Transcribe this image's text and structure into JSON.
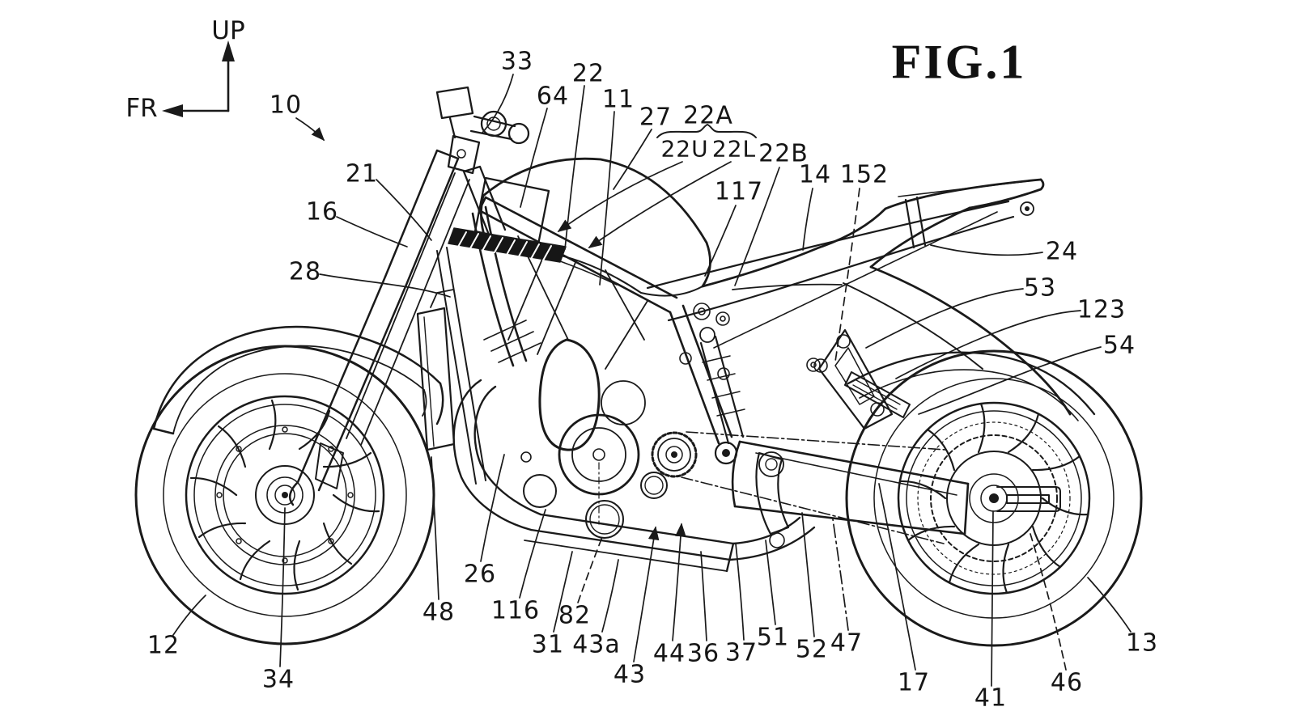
{
  "figure": {
    "title": "FIG.1"
  },
  "axes": {
    "up": "UP",
    "front": "FR"
  },
  "colors": {
    "ink": "#1a1a1a",
    "background": "#ffffff"
  },
  "labels": {
    "n10": "10",
    "n33": "33",
    "n64": "64",
    "n22": "22",
    "n11": "11",
    "n27": "27",
    "n22A": "22A",
    "n22U": "22U",
    "n22L": "22L",
    "n22B": "22B",
    "n117": "117",
    "n14": "14",
    "n152": "152",
    "n21": "21",
    "n16": "16",
    "n28": "28",
    "n24": "24",
    "n53": "53",
    "n123": "123",
    "n54": "54",
    "n12": "12",
    "n34": "34",
    "n48": "48",
    "n26": "26",
    "n116": "116",
    "n31": "31",
    "n82": "82",
    "n43a": "43a",
    "n43": "43",
    "n44": "44",
    "n36": "36",
    "n37": "37",
    "n51": "51",
    "n52": "52",
    "n47": "47",
    "n17": "17",
    "n41": "41",
    "n46": "46",
    "n13": "13"
  }
}
